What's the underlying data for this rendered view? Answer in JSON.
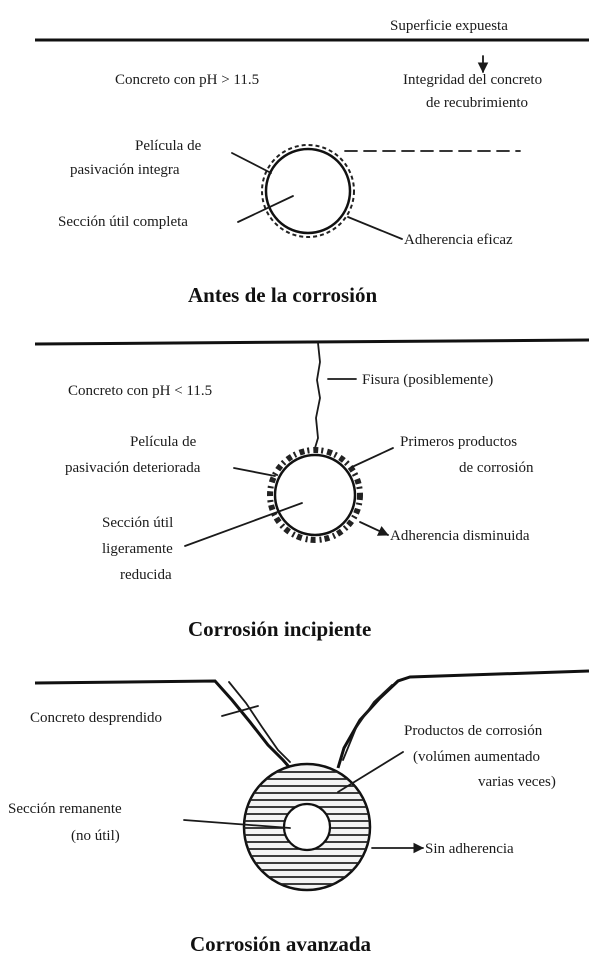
{
  "panel1": {
    "top_label": "Superficie expuesta",
    "concrete_ph": "Concreto con pH > 11.5",
    "integrity_1": "Integridad del concreto",
    "integrity_2": "de recubrimiento",
    "film_1": "Película de",
    "film_2": "pasivación integra",
    "section": "Sección útil completa",
    "adherence": "Adherencia eficaz",
    "title": "Antes de la corrosión"
  },
  "panel2": {
    "concrete_ph": "Concreto con pH < 11.5",
    "crack": "Fisura (posiblemente)",
    "film_1": "Película de",
    "film_2": "pasivación deteriorada",
    "products_1": "Primeros productos",
    "products_2": "de corrosión",
    "section_1": "Sección útil",
    "section_2": "ligeramente",
    "section_3": "reducida",
    "adherence": "Adherencia disminuida",
    "title": "Corrosión incipiente"
  },
  "panel3": {
    "spalled": "Concreto desprendido",
    "products_1": "Productos de corrosión",
    "products_2": "(volúmen aumentado",
    "products_3": "varias veces)",
    "remnant_1": "Sección remanente",
    "remnant_2": "(no útil)",
    "adherence": "Sin adherencia",
    "title": "Corrosión avanzada"
  }
}
